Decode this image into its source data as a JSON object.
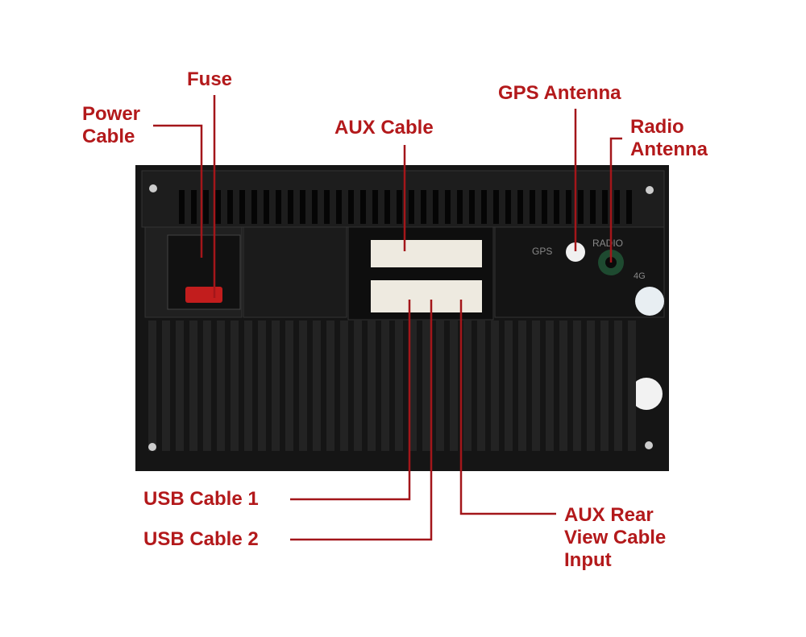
{
  "labels": {
    "power_cable": [
      "Power",
      "Cable"
    ],
    "fuse": "Fuse",
    "aux_cable": "AUX Cable",
    "gps_antenna": "GPS Antenna",
    "radio_antenna": [
      "Radio",
      "Antenna"
    ],
    "usb_cable_1": "USB Cable 1",
    "usb_cable_2": "USB Cable 2",
    "aux_rear_view": [
      "AUX Rear",
      "View Cable",
      "Input"
    ]
  },
  "device_markings": {
    "gps": "GPS",
    "radio": "RADIO",
    "4g": "4G"
  },
  "colors": {
    "label": "#b3191b",
    "body": "#151515"
  }
}
